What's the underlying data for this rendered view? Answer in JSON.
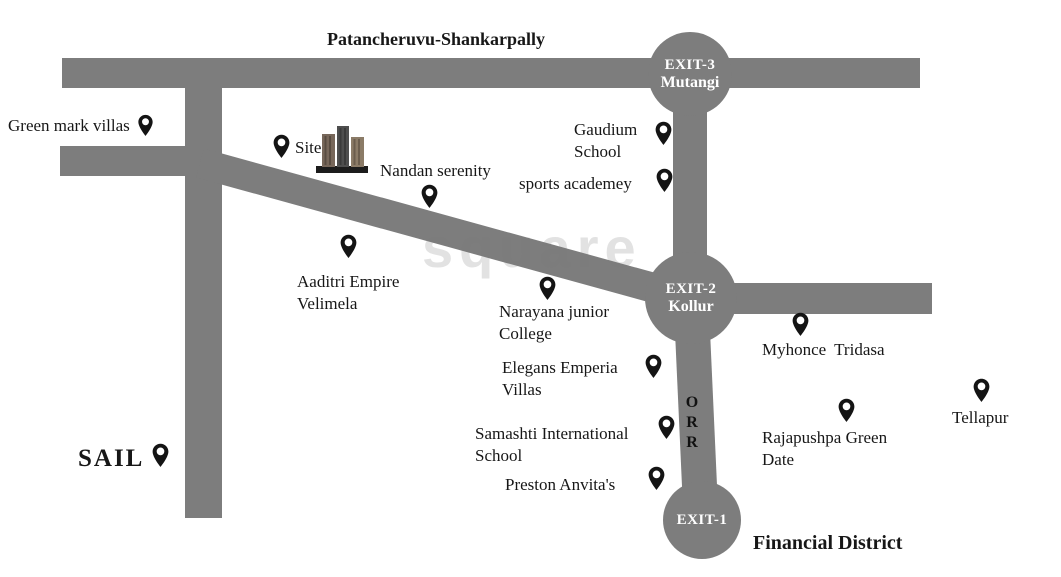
{
  "watermark": "square",
  "roads": {
    "top_road_label": "Patancheruvu-Shankarpally",
    "orr_letters": [
      "O",
      "R",
      "R"
    ]
  },
  "exits": {
    "exit3_name": "EXIT-3",
    "exit3_town": "Mutangi",
    "exit2_name": "EXIT-2",
    "exit2_town": "Kollur",
    "exit1_name": "EXIT-1"
  },
  "financial_district_label": "Financial District",
  "markers": {
    "green_mark_villas": "Green mark villas",
    "site": "Site",
    "nandan_serenity": "Nandan serenity",
    "gaudium_school": "Gaudium School",
    "sports_academey": "sports academey",
    "aaditri_empire": "Aaditri Empire Velimela",
    "narayana_college": "Narayana junior College",
    "myhonce_tridasa": "Myhonce Tridasa",
    "elegans_emperia": "Elegans Emperia Villas",
    "tellapur": "Tellapur",
    "samashti_school": "Samashti International School",
    "rajapushpa_green_date": "Rajapushpa Green Date",
    "preston_anvitas": "Preston Anvita's",
    "sail": "SAIL"
  }
}
